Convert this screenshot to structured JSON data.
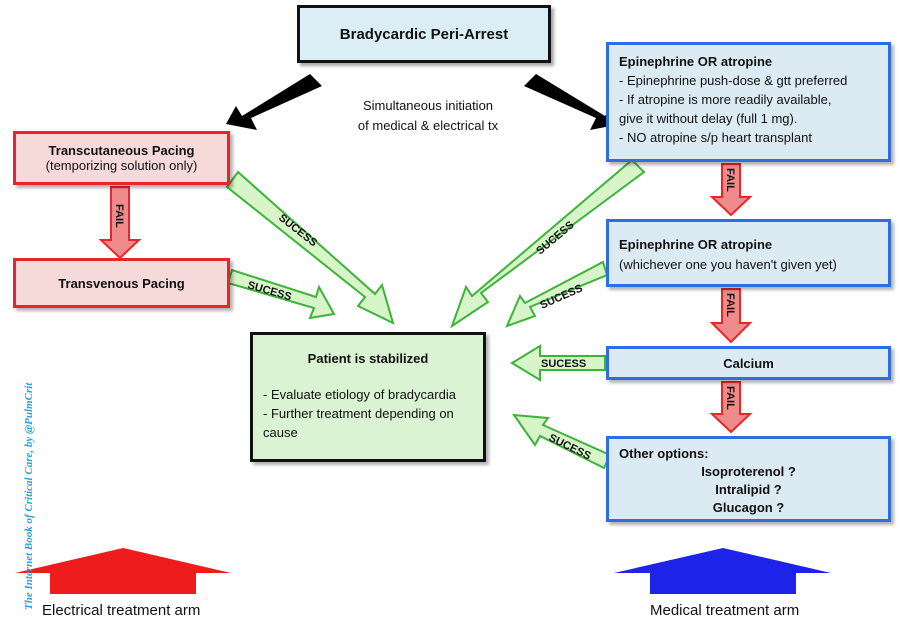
{
  "title": "Bradycardic Peri-Arrest",
  "note": [
    "Simultaneous initiation",
    "of medical & electrical tx"
  ],
  "electrical": {
    "pacing_title": "Transcutaneous Pacing",
    "pacing_sub": "(temporizing solution only)",
    "transvenous": "Transvenous Pacing"
  },
  "medical": {
    "step1_title": "Epinephrine OR atropine",
    "step1_lines": [
      "- Epinephrine push-dose & gtt preferred",
      "- If atropine is more readily available,",
      "give it without delay (full 1 mg).",
      "- NO atropine s/p heart transplant"
    ],
    "step2_title": "Epinephrine OR atropine",
    "step2_sub": "(whichever one you haven't given yet)",
    "calcium": "Calcium",
    "other_title": "Other options:",
    "other_items": [
      "Isoproterenol ?",
      "Intralipid ?",
      "Glucagon ?"
    ]
  },
  "stabilized": {
    "title": "Patient is stabilized",
    "lines": [
      "- Evaluate etiology of bradycardia",
      "- Further treatment depending on",
      "cause"
    ]
  },
  "labels": {
    "fail": "FAIL",
    "success": "SUCESS"
  },
  "arms": {
    "electrical": "Electrical treatment arm",
    "medical": "Medical treatment arm"
  },
  "credit": "The Internet Book of Critical Care, by @PulmCrit",
  "colors": {
    "red": "#e8262a",
    "blue": "#2d6fe0",
    "green": "#3db33a",
    "pink": "#f08b8b",
    "light_green": "#d7f5c8"
  }
}
